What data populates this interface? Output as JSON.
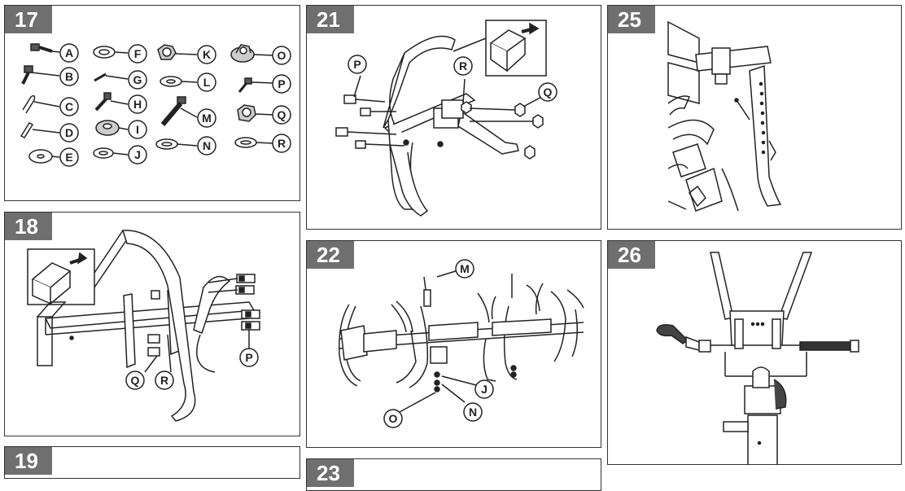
{
  "steps": {
    "s17": "17",
    "s18": "18",
    "s19": "19",
    "s21": "21",
    "s22": "22",
    "s23": "23",
    "s25": "25",
    "s26": "26"
  },
  "parts_labels": [
    "A",
    "B",
    "C",
    "D",
    "E",
    "F",
    "G",
    "H",
    "I",
    "J",
    "K",
    "L",
    "M",
    "N",
    "O",
    "P",
    "Q",
    "R"
  ],
  "step18_labels": [
    "Q",
    "R",
    "P"
  ],
  "step21_labels": [
    "P",
    "R",
    "Q"
  ],
  "step22_labels": [
    "M",
    "J",
    "N",
    "O"
  ],
  "icons": {
    "detail_arrow": "curved-arrow-icon",
    "tube_section": "square-tube-icon"
  },
  "colors": {
    "tag_background": "#6f6f6f",
    "tag_text": "#ffffff",
    "line": "#222222"
  }
}
